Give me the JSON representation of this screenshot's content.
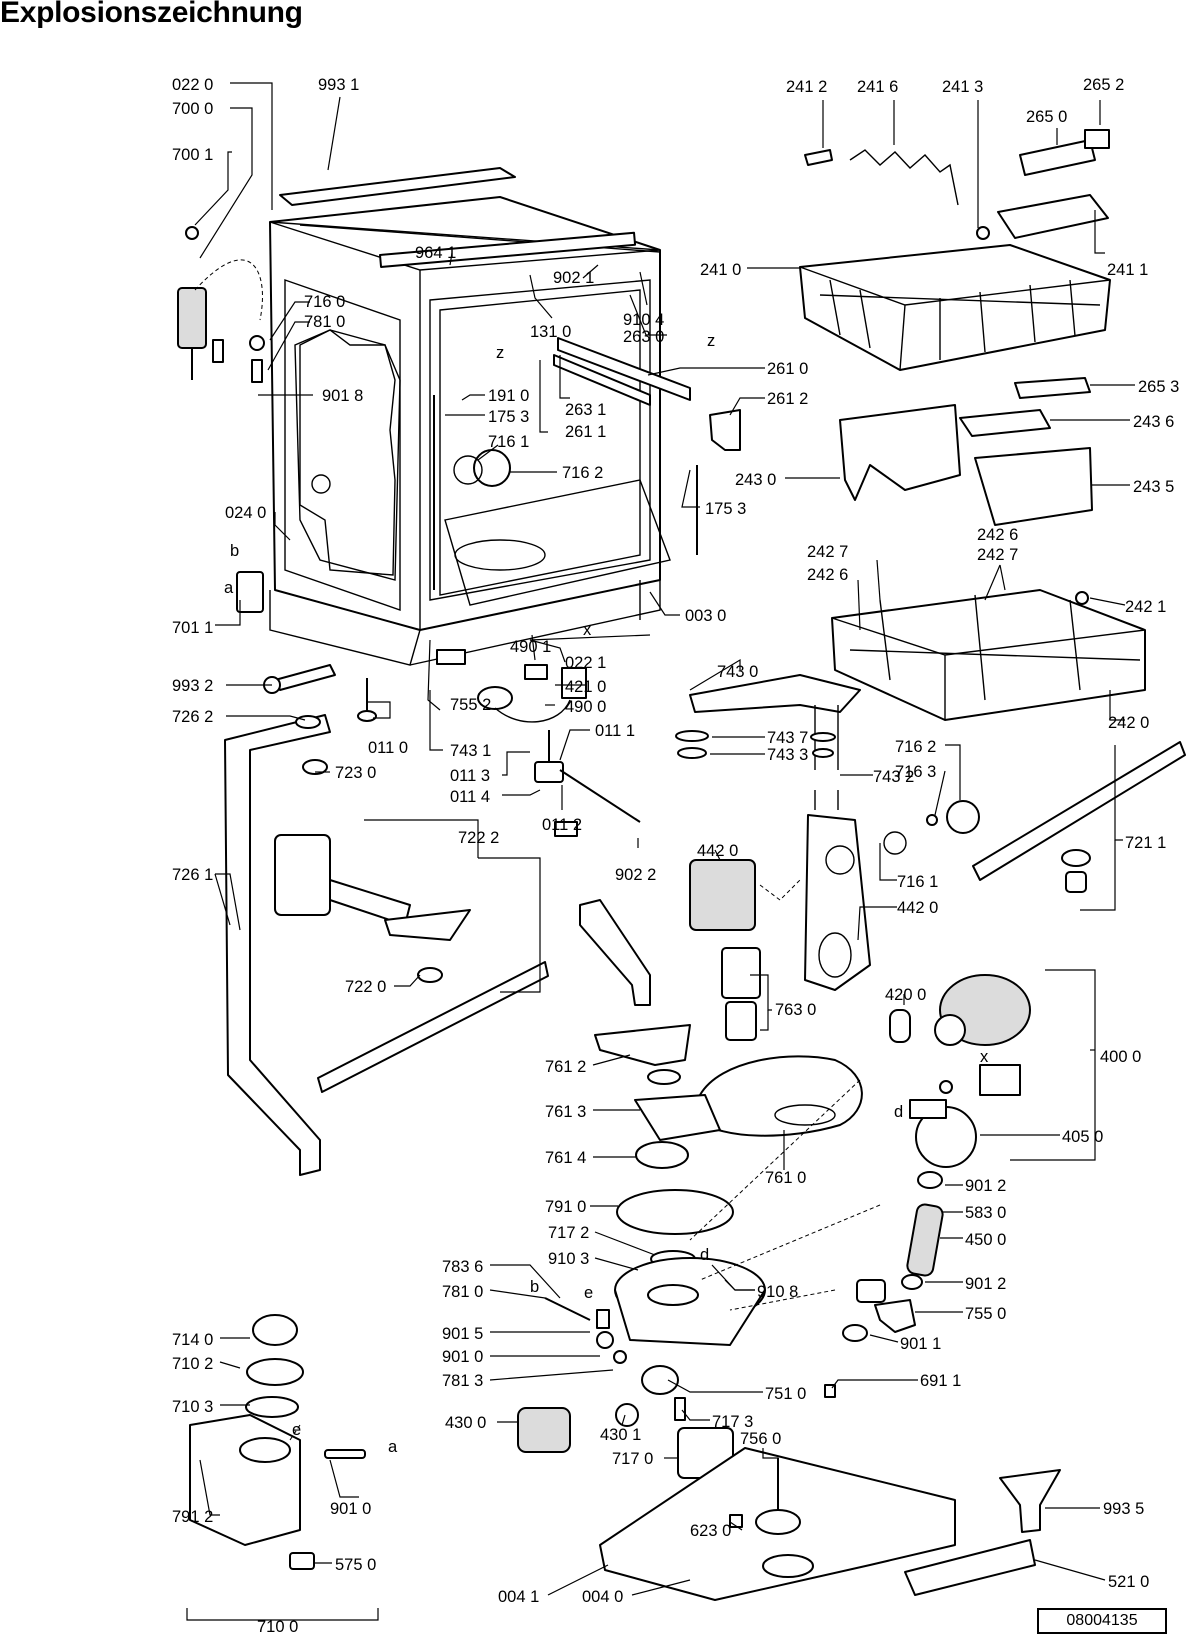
{
  "title": "Explosionszeichnung",
  "document_number": "08004135",
  "labels": {
    "l0220": "022 0",
    "l7000": "700 0",
    "l9931": "993 1",
    "l7001": "700 1",
    "l9641": "964 1",
    "l9021": "902 1",
    "l9104": "910 4",
    "l1310": "131 0",
    "l2630": "263 0",
    "l2610": "261 0",
    "l2631": "263 1",
    "l2611": "261 1",
    "l2612": "261 2",
    "l7160": "716 0",
    "l7810": "781 0",
    "l9018": "901 8",
    "l1910": "191 0",
    "l1753a": "175 3",
    "l7161": "716 1",
    "l7162": "716 2",
    "l1753b": "175 3",
    "l0240": "024 0",
    "l0030": "003 0",
    "l7011": "701 1",
    "l4901": "490 1",
    "l0221": "022 1",
    "l4210": "421 0",
    "l4900": "490 0",
    "l9932": "993 2",
    "l7262": "726 2",
    "l0110": "011 0",
    "l7552": "755 2",
    "l7431": "743 1",
    "l0111": "011 1",
    "l7230": "723 0",
    "l0113": "011 3",
    "l0114": "011 4",
    "l0112": "011 2",
    "l9022": "902 2",
    "l7222": "722 2",
    "l7261": "726 1",
    "l7220": "722 0",
    "l2412": "241 2",
    "l2416": "241 6",
    "l2413": "241 3",
    "l2652": "265 2",
    "l2650": "265 0",
    "l2410": "241 0",
    "l2411": "241 1",
    "l2653": "265 3",
    "l2436": "243 6",
    "l2430": "243 0",
    "l2435": "243 5",
    "l2427a": "242 7",
    "l2426a": "242 6",
    "l2426b": "242 6",
    "l2427b": "242 7",
    "l2421": "242 1",
    "l2420": "242 0",
    "l7430": "743 0",
    "l7437": "743 7",
    "l7433": "743 3",
    "l7432": "743 2",
    "l7162b": "716 2",
    "l7163": "716 3",
    "l7161b": "716 1",
    "l7211": "721 1",
    "l4420a": "442 0",
    "l4420b": "442 0",
    "l7630": "763 0",
    "l4200": "420 0",
    "l4000": "400 0",
    "l4050": "405 0",
    "l7612": "761 2",
    "l7613": "761 3",
    "l7614": "761 4",
    "l7610": "761 0",
    "l7910": "791 0",
    "l7172": "717 2",
    "l9103": "910 3",
    "l9108": "910 8",
    "l7836": "783 6",
    "l7810b": "781 0",
    "l9015": "901 5",
    "l9010": "901 0",
    "l7813": "781 3",
    "l7510": "751 0",
    "l9012a": "901 2",
    "l5830": "583 0",
    "l4500": "450 0",
    "l9012b": "901 2",
    "l7550": "755 0",
    "l9011": "901 1",
    "l6911": "691 1",
    "l4300": "430 0",
    "l4301": "430 1",
    "l7173": "717 3",
    "l7560": "756 0",
    "l7170": "717 0",
    "l6230": "623 0",
    "l9935": "993 5",
    "l5210": "521 0",
    "l0041": "004 1",
    "l0040": "004 0",
    "l7140": "714 0",
    "l7102": "710 2",
    "l7103": "710 3",
    "l9010b": "901 0",
    "l7912": "791 2",
    "l5750": "575 0",
    "l7100": "710 0"
  },
  "markers": {
    "a1": "a",
    "b1": "b",
    "a2": "a",
    "b2": "b",
    "e1": "e",
    "e2": "e",
    "d1": "d",
    "d2": "d",
    "x1": "x",
    "x2": "x",
    "z1": "z",
    "z2": "z"
  }
}
